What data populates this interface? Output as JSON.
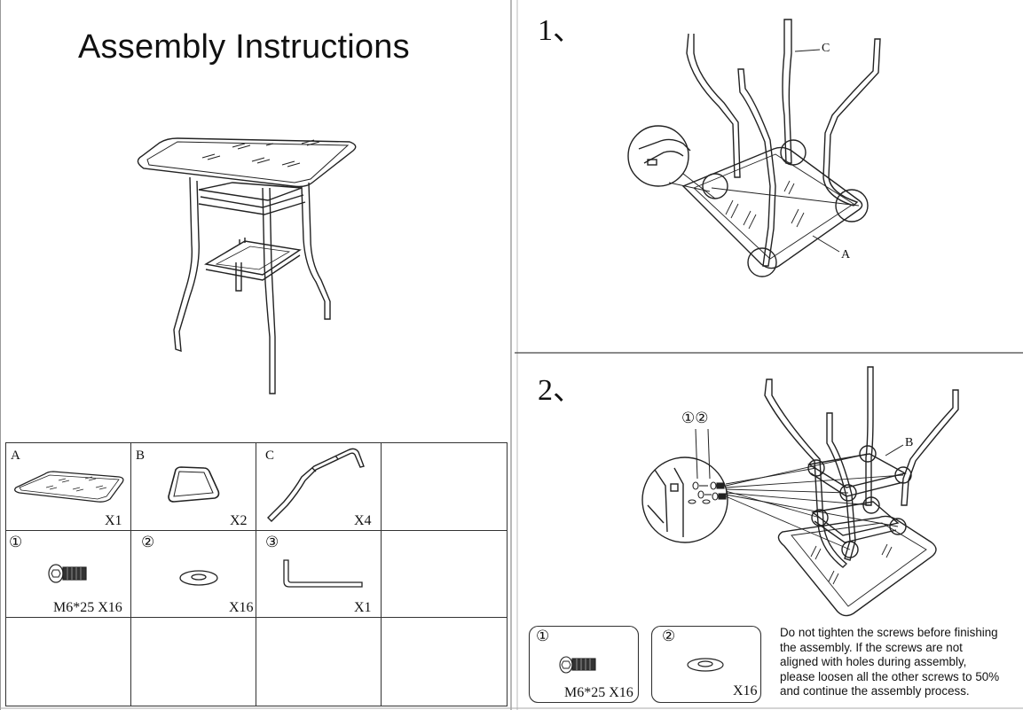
{
  "title": "Assembly Instructions",
  "parts": [
    {
      "label": "A",
      "qty": "X1"
    },
    {
      "label": "B",
      "qty": "X2"
    },
    {
      "label": "C",
      "qty": "X4"
    }
  ],
  "hardware": [
    {
      "label": "①",
      "size": "M6*25",
      "qty": "X16"
    },
    {
      "label": "②",
      "qty": "X16"
    },
    {
      "label": "③",
      "qty": "X1"
    }
  ],
  "steps": [
    {
      "number": "1、",
      "callouts": [
        "C",
        "A"
      ]
    },
    {
      "number": "2、",
      "callouts": [
        "①②",
        "B"
      ]
    }
  ],
  "step2_hardware": [
    {
      "label": "①",
      "size": "M6*25",
      "qty": "X16"
    },
    {
      "label": "②",
      "qty": "X16"
    }
  ],
  "note": "Do not tighten the screws before finishing the assembly. If the screws are not aligned with holes during assembly, please loosen all the other screws to 50% and continue the assembly process.",
  "note_lines": [
    "Do not tighten the screws before finishing",
    "the assembly. If the screws are not",
    "aligned with holes during assembly,",
    "please loosen all the other screws to 50%",
    "and continue the assembly process."
  ]
}
